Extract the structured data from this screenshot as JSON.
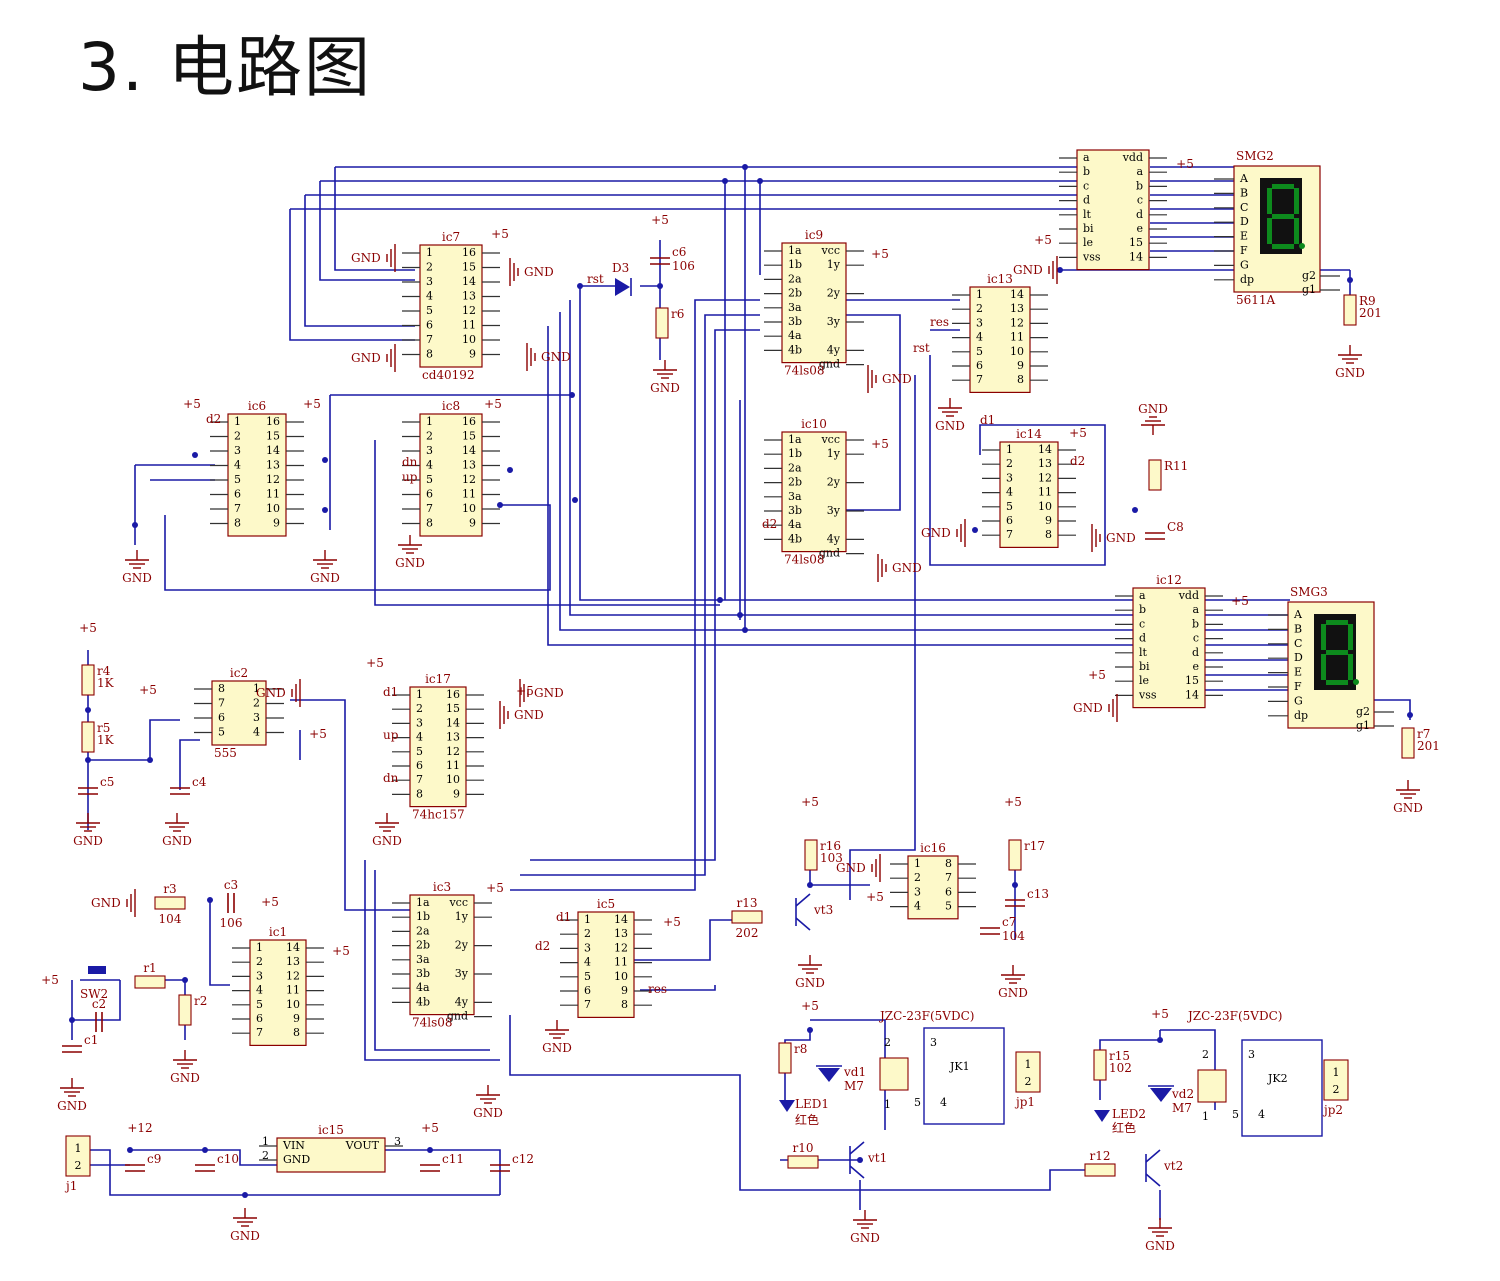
{
  "title": "3. 电路图",
  "chips": [
    {
      "id": "ic7",
      "name": "ic7",
      "sub": "cd40192",
      "pinsL": [
        "1",
        "2",
        "3",
        "4",
        "5",
        "6",
        "7",
        "8"
      ],
      "pinsR": [
        "16",
        "15",
        "14",
        "13",
        "12",
        "11",
        "10",
        "9"
      ]
    },
    {
      "id": "ic6",
      "name": "ic6",
      "sub": "",
      "pinsL": [
        "1",
        "2",
        "3",
        "4",
        "5",
        "6",
        "7",
        "8"
      ],
      "pinsR": [
        "16",
        "15",
        "14",
        "13",
        "12",
        "11",
        "10",
        "9"
      ]
    },
    {
      "id": "ic8",
      "name": "ic8",
      "sub": "",
      "pinsL": [
        "1",
        "2",
        "3",
        "4",
        "5",
        "6",
        "7",
        "8"
      ],
      "pinsR": [
        "16",
        "15",
        "14",
        "13",
        "12",
        "11",
        "10",
        "9"
      ]
    },
    {
      "id": "ic9",
      "name": "ic9",
      "sub": "74ls08",
      "pinsL": [
        "1a",
        "1b",
        "2a",
        "2b",
        "3a",
        "3b",
        "4a",
        "4b"
      ],
      "pinsR": [
        "vcc",
        "1y",
        "2y",
        "3y",
        "4y",
        "gnd"
      ]
    },
    {
      "id": "ic10",
      "name": "ic10",
      "sub": "74ls08",
      "pinsL": [
        "1a",
        "1b",
        "2a",
        "2b",
        "3a",
        "3b",
        "4a",
        "4b"
      ],
      "pinsR": [
        "vcc",
        "1y",
        "2y",
        "3y",
        "4y",
        "gnd"
      ]
    },
    {
      "id": "ic13",
      "name": "ic13",
      "sub": "",
      "pinsL": [
        "1",
        "2",
        "3",
        "4",
        "5",
        "6",
        "7"
      ],
      "pinsR": [
        "14",
        "13",
        "12",
        "11",
        "10",
        "9",
        "8"
      ]
    },
    {
      "id": "ic14",
      "name": "ic14",
      "sub": "",
      "pinsL": [
        "1",
        "2",
        "3",
        "4",
        "5",
        "6",
        "7"
      ],
      "pinsR": [
        "14",
        "13",
        "12",
        "11",
        "10",
        "9",
        "8"
      ]
    },
    {
      "id": "ic11",
      "name": "",
      "sub": "",
      "pinsL": [
        "a",
        "b",
        "c",
        "d",
        "lt",
        "bi",
        "le",
        "vss"
      ],
      "pinsR": [
        "vdd",
        "a",
        "b",
        "c",
        "d",
        "e",
        "15",
        "14"
      ]
    },
    {
      "id": "ic12",
      "name": "ic12",
      "sub": "",
      "pinsL": [
        "a",
        "b",
        "c",
        "d",
        "lt",
        "bi",
        "le",
        "vss"
      ],
      "pinsR": [
        "vdd",
        "a",
        "b",
        "c",
        "d",
        "e",
        "15",
        "14"
      ]
    },
    {
      "id": "ic2",
      "name": "ic2",
      "sub": "555",
      "pinsL": [
        "8",
        "7",
        "6",
        "5"
      ],
      "pinsR": [
        "1",
        "2",
        "3",
        "4"
      ]
    },
    {
      "id": "ic17",
      "name": "ic17",
      "sub": "74hc157",
      "pinsL": [
        "1",
        "2",
        "3",
        "4",
        "5",
        "6",
        "7",
        "8"
      ],
      "pinsR": [
        "16",
        "15",
        "14",
        "13",
        "12",
        "11",
        "10",
        "9"
      ]
    },
    {
      "id": "ic3",
      "name": "ic3",
      "sub": "74ls08",
      "pinsL": [
        "1a",
        "1b",
        "2a",
        "2b",
        "3a",
        "3b",
        "4a",
        "4b"
      ],
      "pinsR": [
        "vcc",
        "1y",
        "2y",
        "3y",
        "4y",
        "gnd"
      ]
    },
    {
      "id": "ic5",
      "name": "ic5",
      "sub": "",
      "pinsL": [
        "1",
        "2",
        "3",
        "4",
        "5",
        "6",
        "7"
      ],
      "pinsR": [
        "14",
        "13",
        "12",
        "11",
        "10",
        "9",
        "8"
      ]
    },
    {
      "id": "ic1",
      "name": "ic1",
      "sub": "",
      "pinsL": [
        "1",
        "2",
        "3",
        "4",
        "5",
        "6",
        "7"
      ],
      "pinsR": [
        "14",
        "13",
        "12",
        "11",
        "10",
        "9",
        "8"
      ]
    },
    {
      "id": "ic16",
      "name": "ic16",
      "sub": "",
      "pinsL": [
        "1",
        "2",
        "3",
        "4"
      ],
      "pinsR": [
        "8",
        "7",
        "6",
        "5"
      ]
    },
    {
      "id": "ic15",
      "name": "ic15",
      "sub": "",
      "pinsL": [
        "VIN",
        "GND"
      ],
      "pinsR": [
        "VOUT"
      ]
    }
  ],
  "displays": [
    {
      "id": "SMG2",
      "name": "SMG2",
      "part": "5611A",
      "pinsL": [
        "A",
        "B",
        "C",
        "D",
        "E",
        "F",
        "G",
        "dp"
      ],
      "pinsR": [
        "g2",
        "g1"
      ]
    },
    {
      "id": "SMG3",
      "name": "SMG3",
      "part": "",
      "pinsL": [
        "A",
        "B",
        "C",
        "D",
        "E",
        "F",
        "G",
        "dp"
      ],
      "pinsR": [
        "g2",
        "g1"
      ]
    }
  ],
  "resistors": [
    {
      "name": "r6",
      "value": ""
    },
    {
      "name": "R9",
      "value": "201"
    },
    {
      "name": "R11",
      "value": ""
    },
    {
      "name": "r7",
      "value": "201"
    },
    {
      "name": "r4",
      "value": "1K"
    },
    {
      "name": "r5",
      "value": "1K"
    },
    {
      "name": "r3",
      "value": "104"
    },
    {
      "name": "r1",
      "value": ""
    },
    {
      "name": "r2",
      "value": ""
    },
    {
      "name": "r13",
      "value": "202"
    },
    {
      "name": "r16",
      "value": "103"
    },
    {
      "name": "r17",
      "value": ""
    },
    {
      "name": "r8",
      "value": ""
    },
    {
      "name": "r15",
      "value": "102"
    },
    {
      "name": "r10",
      "value": ""
    },
    {
      "name": "r12",
      "value": ""
    }
  ],
  "capacitors": [
    {
      "name": "c6",
      "value": "106"
    },
    {
      "name": "C8",
      "value": ""
    },
    {
      "name": "c5",
      "value": ""
    },
    {
      "name": "c4",
      "value": ""
    },
    {
      "name": "c3",
      "value": "106"
    },
    {
      "name": "c2",
      "value": ""
    },
    {
      "name": "c1",
      "value": ""
    },
    {
      "name": "c13",
      "value": ""
    },
    {
      "name": "c7",
      "value": "104"
    },
    {
      "name": "c9",
      "value": ""
    },
    {
      "name": "c10",
      "value": ""
    },
    {
      "name": "c11",
      "value": ""
    },
    {
      "name": "c12",
      "value": ""
    }
  ],
  "labels": {
    "gnd": "GND",
    "p5": "+5",
    "p12": "+12",
    "d3": "D3",
    "rst": "rst",
    "res": "res",
    "d1": "d1",
    "d2": "d2",
    "dn": "dn",
    "up": "up",
    "sw2": "SW2",
    "vt1": "vt1",
    "vt2": "vt2",
    "vt3": "vt3",
    "vd1": "vd1",
    "vd2": "vd2",
    "m7": "M7",
    "led1": "LED1",
    "led2": "LED2",
    "red": "红色",
    "relay": "JZC-23F(5VDC)",
    "jk1": "JK1",
    "jk2": "JK2",
    "jp1": "jp1",
    "jp2": "jp2",
    "j1": "j1",
    "one": "1",
    "two": "2",
    "three": "3",
    "four": "4",
    "five": "5"
  }
}
